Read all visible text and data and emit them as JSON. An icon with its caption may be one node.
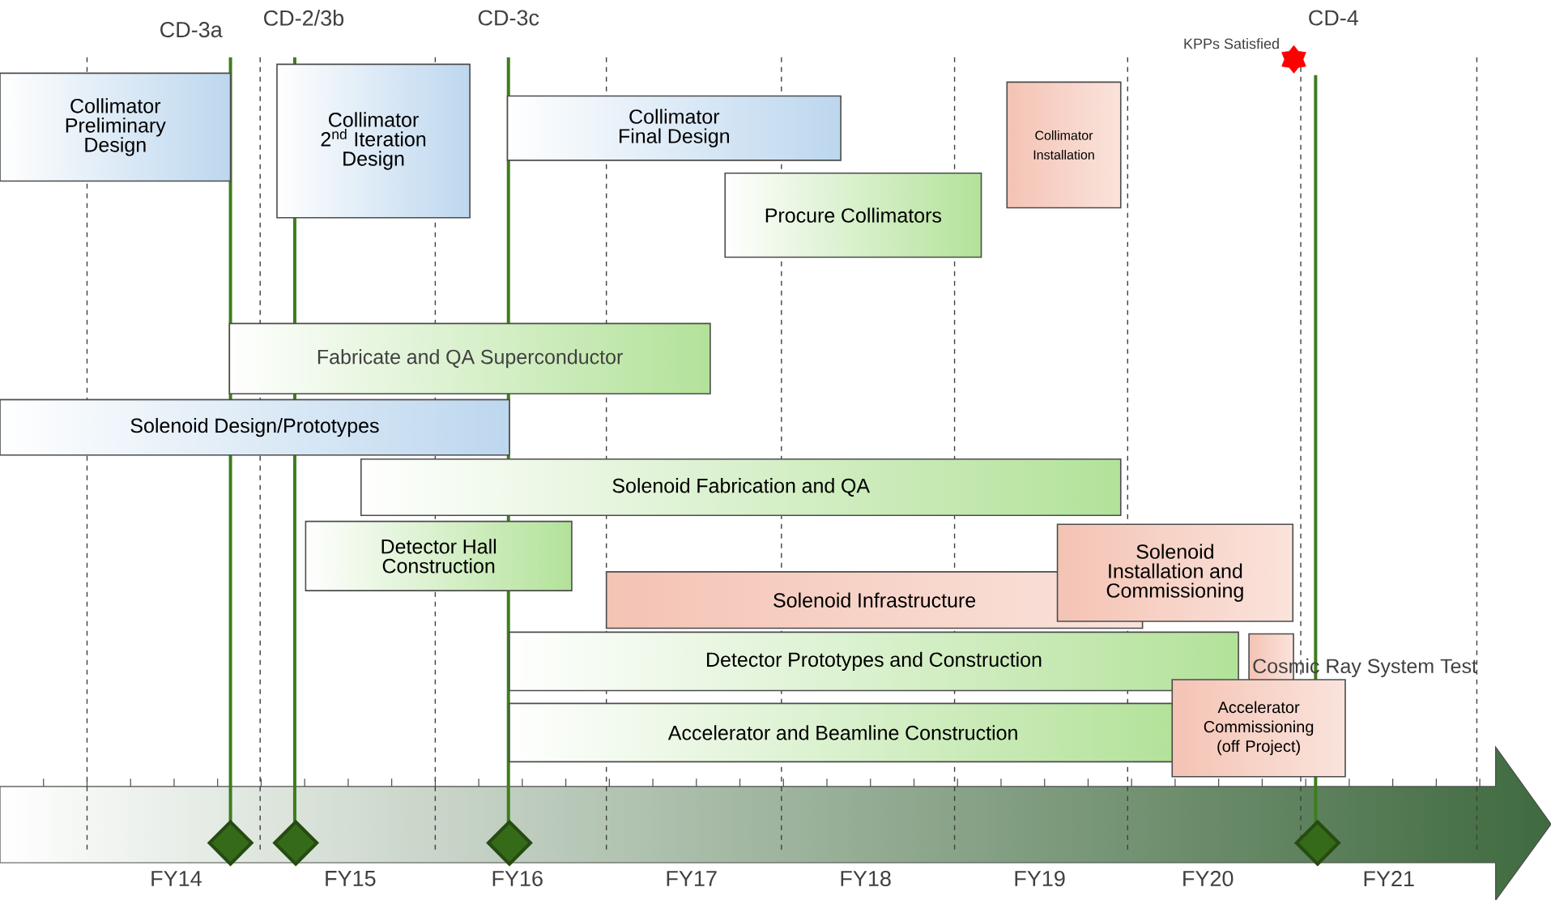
{
  "diagram": {
    "nodes": [
      {
        "text": [
          "Collimator Preliminary Design"
        ]
      },
      {
        "text": [
          "Collimator 2$^{nd}$ Iteration Design"
        ]
      },
      {
        "text": [
          "Collimator Final Design"
        ]
      },
      {
        "text": [
          "Procure Collimators"
        ]
      },
      {
        "text": [
          "Collimator Installation"
        ]
      },
      {
        "text": [
          "Fabricate and QA Superconductor"
        ]
      },
      {
        "text": [
          "Solenoid Design/Prototypes"
        ]
      },
      {
        "text": [
          "Solenoid Fabrication and QA"
        ]
      },
      {
        "text": [
          "Detector Hall Construction"
        ]
      },
      {
        "text": [
          "Solenoid Infrastructure"
        ]
      },
      {
        "text": [
          "Solenoid Installation and Commissioning"
        ]
      },
      {
        "text": [
          "Detector Prototypes and Construction"
        ]
      },
      {
        "text": [
          "Cosmic Ray System Test"
        ]
      },
      {
        "text": [
          "Accelerator and Beamline Construction"
        ]
      },
      {
        "text": [
          "Accelerator Commissioning (off Project)"
        ]
      }
    ],
    "edges": [],
    "labels": [
      "CD-3a",
      "CD-2/3b",
      "CD-3c",
      "CD-4",
      "KPPs Satisfied",
      "FY14",
      "FY15",
      "FY16",
      "FY17",
      "FY18",
      "FY19",
      "FY20",
      "FY21"
    ]
  }
}
